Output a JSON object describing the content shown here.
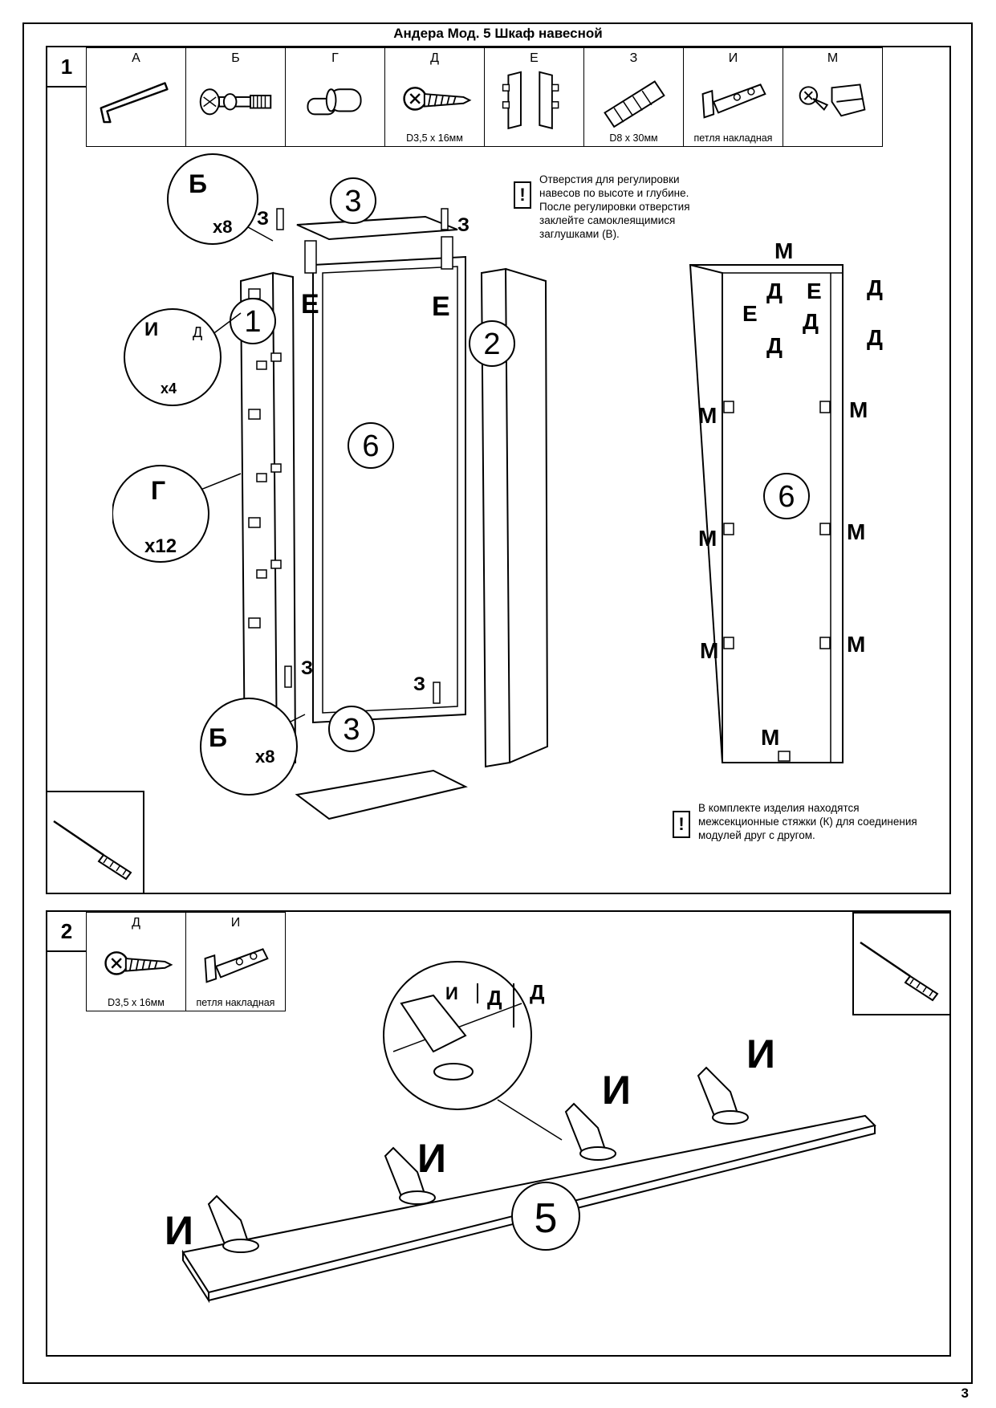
{
  "title": "Андера Мод. 5 Шкаф навесной",
  "page_number": "3",
  "step1": {
    "number": "1",
    "parts": [
      {
        "letter": "А",
        "caption": "",
        "icon": "hex-key-icon"
      },
      {
        "letter": "Б",
        "caption": "",
        "icon": "cam-lock-icon"
      },
      {
        "letter": "Г",
        "caption": "",
        "icon": "shelf-pin-icon"
      },
      {
        "letter": "Д",
        "caption": "D3,5 x 16мм",
        "icon": "screw-icon"
      },
      {
        "letter": "Е",
        "caption": "",
        "icon": "hanging-bracket-icon"
      },
      {
        "letter": "З",
        "caption": "D8 x 30мм",
        "icon": "dowel-icon"
      },
      {
        "letter": "И",
        "caption": "петля накладная",
        "icon": "hinge-icon"
      },
      {
        "letter": "М",
        "caption": "",
        "icon": "corner-bracket-icon"
      }
    ],
    "note_top": "Отверстия для регулировки навесов по высоте и глубине. После регулировки отверстия заклейте самоклеящимися заглушками (В).",
    "note_bottom": "В комплекте изделия находятся межсекционные стяжки (К) для соединения модулей друг с другом.",
    "callouts": {
      "b_top": {
        "letter": "Б",
        "count": "x8"
      },
      "i_hinge": {
        "letter": "И",
        "sub": "Д",
        "count": "x4"
      },
      "g_pin": {
        "letter": "Г",
        "count": "x12"
      },
      "b_bottom": {
        "letter": "Б",
        "count": "x8"
      }
    },
    "panel_labels": {
      "one": "1",
      "two": "2",
      "three": "3",
      "six": "6",
      "dowel": "З",
      "bracket": "Е"
    },
    "back_labels": {
      "m": "М",
      "d": "Д",
      "e": "Е",
      "six": "6"
    }
  },
  "step2": {
    "number": "2",
    "parts": [
      {
        "letter": "Д",
        "caption": "D3,5 x 16мм",
        "icon": "screw-icon"
      },
      {
        "letter": "И",
        "caption": "петля накладная",
        "icon": "hinge-icon"
      }
    ],
    "detail_labels": {
      "hinge": "И",
      "screw1": "Д",
      "screw2": "Д"
    },
    "hinge_label": "И",
    "door_label": "5"
  }
}
